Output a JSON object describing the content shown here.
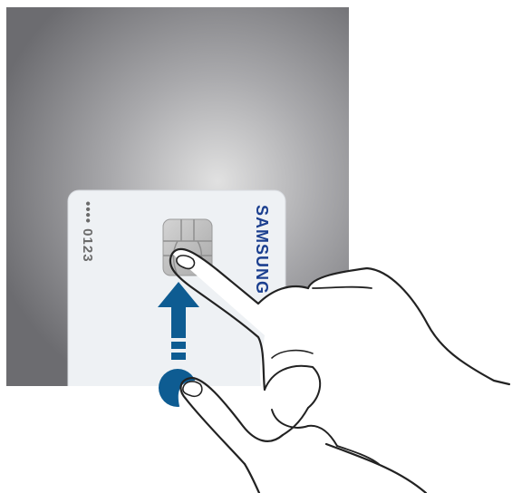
{
  "card": {
    "number_masked": "•••• 0123",
    "brand": "SAMSUNG"
  },
  "colors": {
    "screen_center": "#dedede",
    "screen_edge": "#6e6e72",
    "card_background": "#eef1f4",
    "brand_blue": "#1b3f8f",
    "arrow_blue": "#0e5c92",
    "hand_outline": "#222222"
  },
  "gesture": {
    "icon": "swipe-up-arrow-icon",
    "direction": "up"
  }
}
